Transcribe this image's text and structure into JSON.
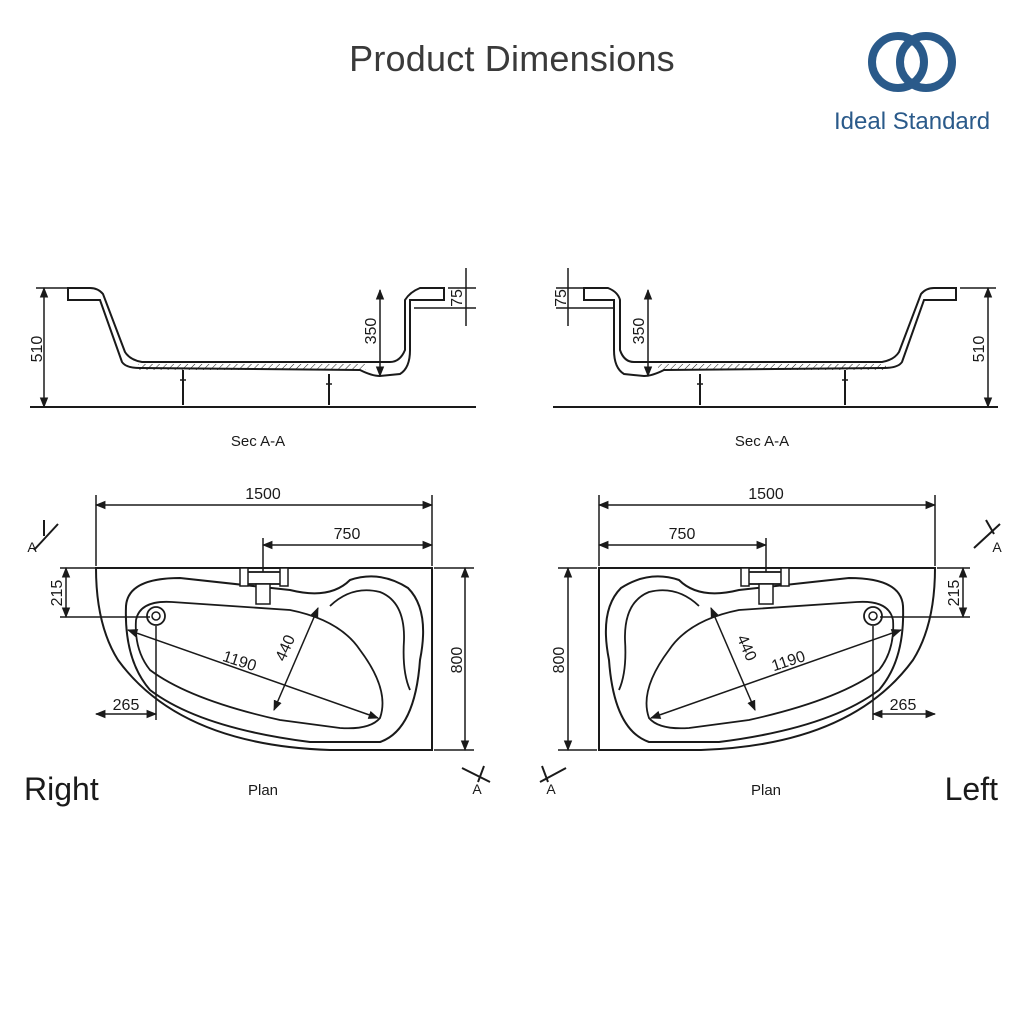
{
  "title": "Product Dimensions",
  "brand": {
    "name": "Ideal Standard",
    "color": "#2a5a8a",
    "icon": "interlocking-rings-logo"
  },
  "colors": {
    "line": "#1a1a1a",
    "dim": "#1a1a1a"
  },
  "sections": {
    "label": "Sec A-A",
    "left": {
      "overall_height": "510",
      "inner_depth": "350",
      "rim": "75"
    },
    "right": {
      "overall_height": "510",
      "inner_depth": "350",
      "rim": "75"
    }
  },
  "plans": {
    "label": "Plan",
    "section_marker": "A",
    "right": {
      "name": "Right",
      "length": "1500",
      "tap_offset": "750",
      "width": "800",
      "rim_side": "215",
      "waste_offset": "265",
      "bowl_length": "1190",
      "bowl_width": "440"
    },
    "left": {
      "name": "Left",
      "length": "1500",
      "tap_offset": "750",
      "width": "800",
      "rim_side": "215",
      "waste_offset": "265",
      "bowl_length": "1190",
      "bowl_width": "440"
    }
  }
}
